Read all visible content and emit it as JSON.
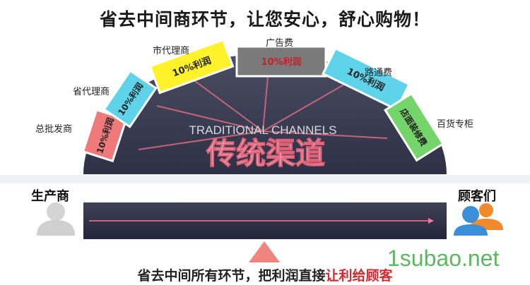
{
  "title": "省去中间商环节，让您安心，舒心购物！",
  "center": {
    "en": "TRADITIONAL CHANNELS",
    "cn": "传统渠道"
  },
  "tiles": [
    {
      "label": "总批发商",
      "badge": "10%利润",
      "color": "#f07a7a"
    },
    {
      "label": "省代理商",
      "badge": "10%利润",
      "color": "#5fd3ea"
    },
    {
      "label": "市代理商",
      "badge": "10%利润",
      "color": "#fff22a"
    },
    {
      "label": "广告费",
      "badge": "10%利润",
      "color": "#7a7a7a"
    },
    {
      "label": "路通费",
      "badge": "10%利润",
      "color": "#5fd3ea"
    },
    {
      "label": "百货专柜",
      "badge": "店面装修费",
      "color": "#74d66a"
    }
  ],
  "producer": {
    "label": "生产商",
    "icon": "person-icon"
  },
  "customers": {
    "label": "顾客们",
    "icon": "people-icon"
  },
  "footer": {
    "main": "省去中间所有环节，把利润直接",
    "highlight": "让利给顾客"
  },
  "watermark": "1subao.net"
}
